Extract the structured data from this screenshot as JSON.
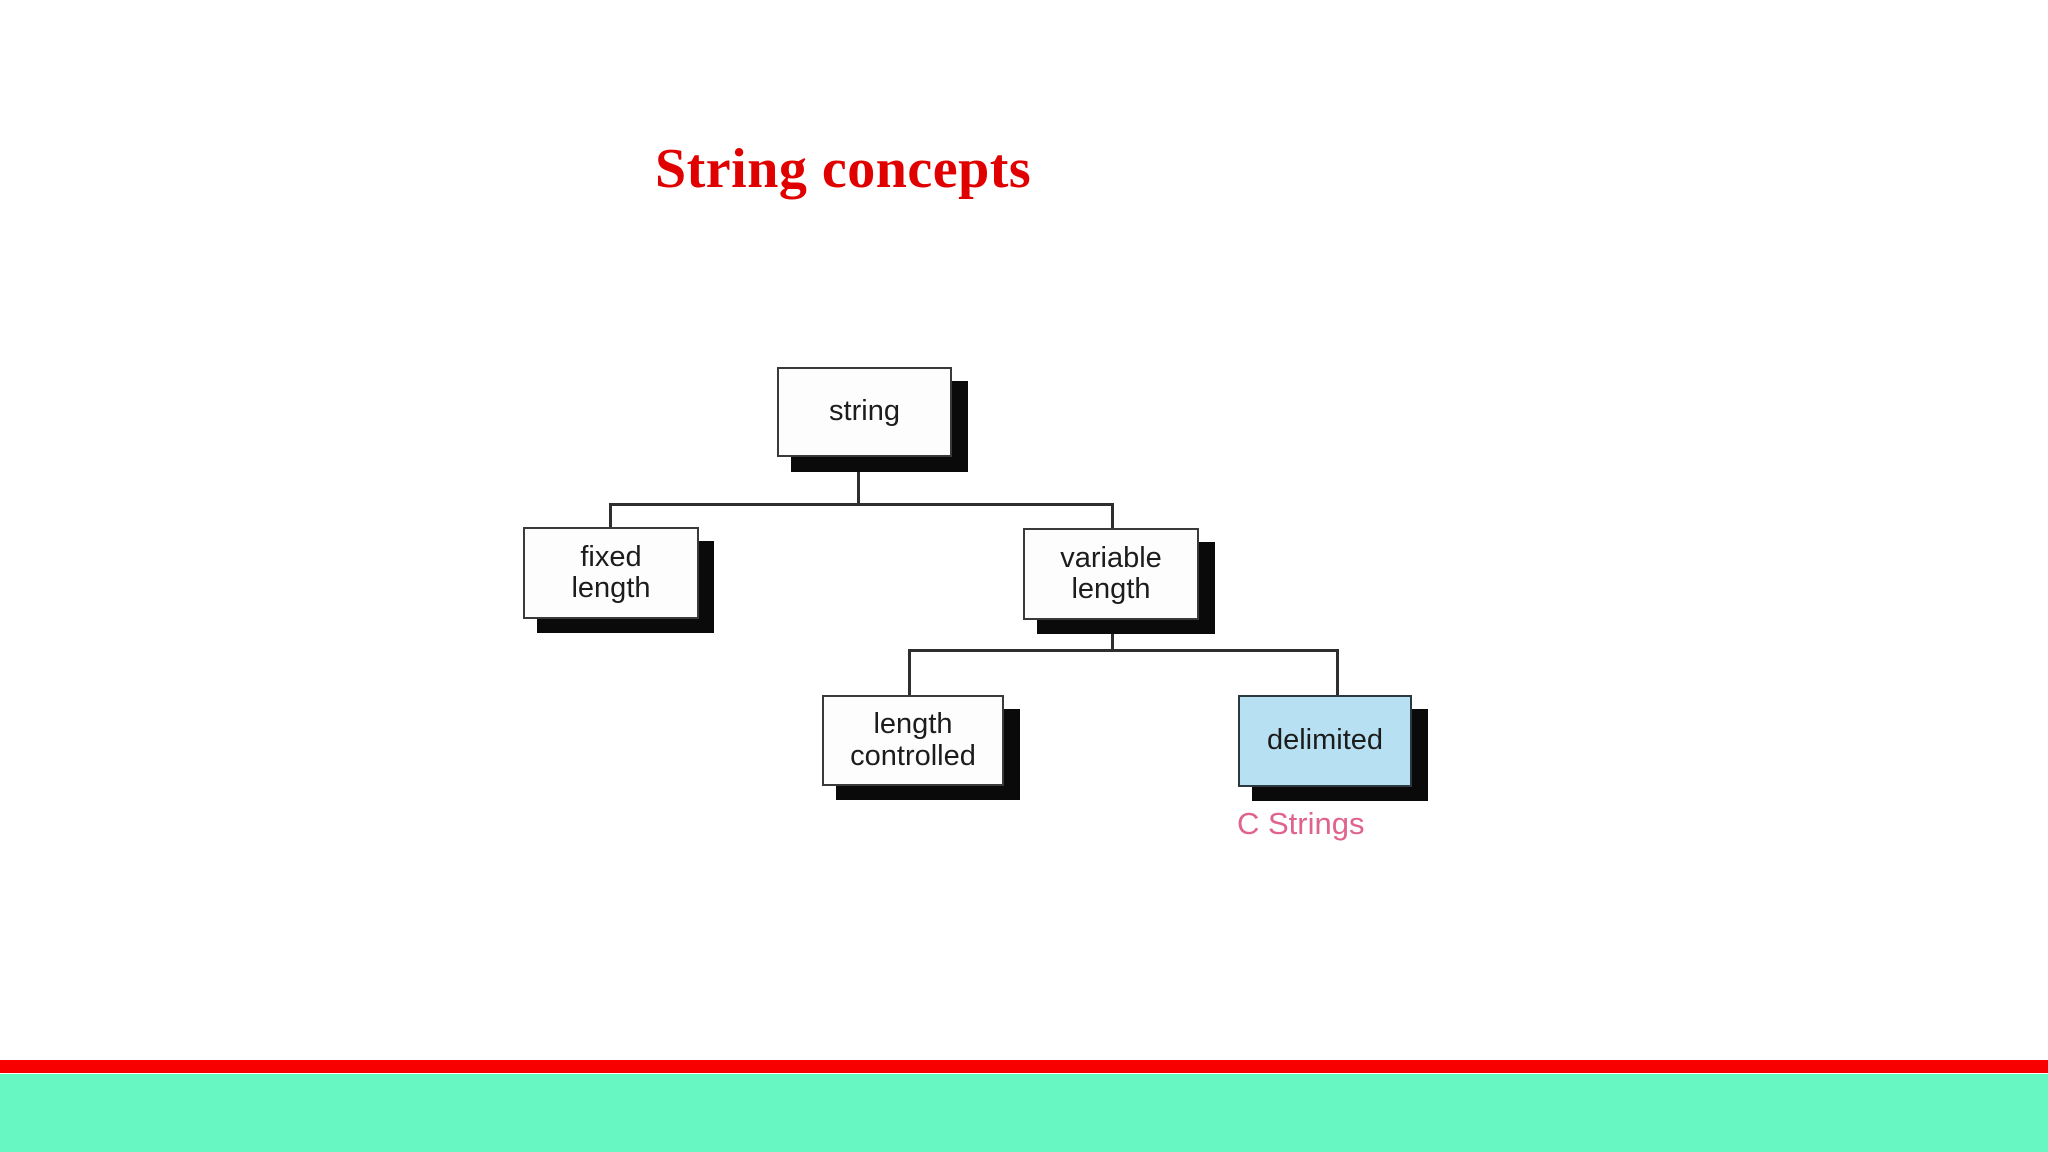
{
  "slide": {
    "title": "String concepts",
    "title_color": "#e00000",
    "background_color": "#ffffff"
  },
  "diagram": {
    "type": "tree",
    "description": "Hierarchy of string storage concepts",
    "nodes": [
      {
        "id": "string",
        "label": "string",
        "level": 0,
        "parent": null,
        "fill": "#fdfdfd",
        "highlighted": false
      },
      {
        "id": "fixed-length",
        "label": "fixed\nlength",
        "level": 1,
        "parent": "string",
        "fill": "#fdfdfd",
        "highlighted": false
      },
      {
        "id": "variable-length",
        "label": "variable\nlength",
        "level": 1,
        "parent": "string",
        "fill": "#fdfdfd",
        "highlighted": false
      },
      {
        "id": "length-controlled",
        "label": "length\ncontrolled",
        "level": 2,
        "parent": "variable-length",
        "fill": "#fdfdfd",
        "highlighted": false
      },
      {
        "id": "delimited",
        "label": "delimited",
        "level": 2,
        "parent": "variable-length",
        "fill": "#b7e1f2",
        "highlighted": true
      }
    ],
    "annotations": [
      {
        "id": "c-strings",
        "text": "C Strings",
        "color": "#e0628e",
        "attached_to": "delimited"
      }
    ]
  },
  "footer": {
    "red_bar_color": "#f90000",
    "green_band_color": "#66f7c2"
  }
}
